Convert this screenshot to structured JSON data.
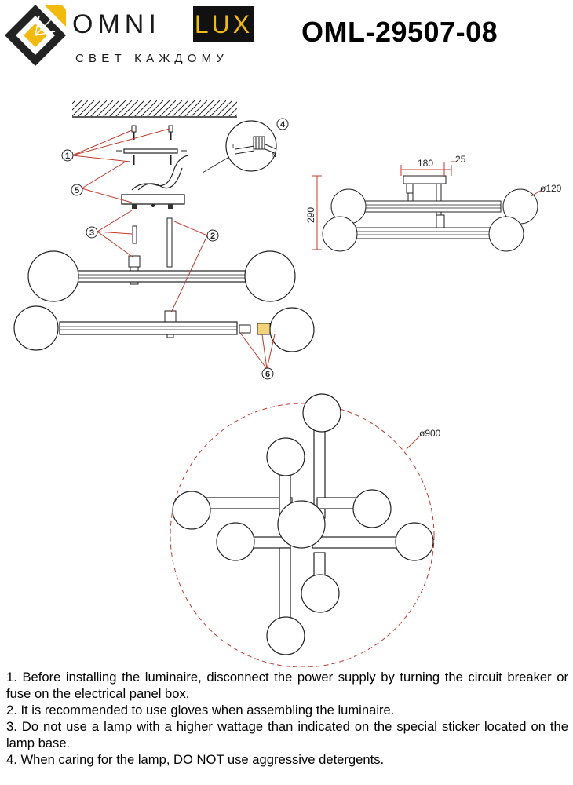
{
  "brand": {
    "name_part1": "OMNI",
    "name_part2": "LUX",
    "tagline": "СВЕТ КАЖДОМУ",
    "colors": {
      "lux_text": "#f2b90f",
      "lux_box": "#111111",
      "logo_gold": "#f2b90f"
    }
  },
  "model_number": "OML-29507-08",
  "exploded_view": {
    "callouts": [
      "1",
      "2",
      "3",
      "4",
      "5",
      "6"
    ],
    "wire_labels": [
      "L",
      "N"
    ]
  },
  "side_view": {
    "dimensions": {
      "width": "180",
      "offset": "25",
      "height": "290",
      "globe_diameter": "ø120"
    }
  },
  "top_view": {
    "dimensions": {
      "diameter": "ø900"
    }
  },
  "instructions": [
    "1. Before installing the luminaire, disconnect the power supply by turning the circuit breaker or fuse on the electrical panel box.",
    "2. It is recommended to use gloves when assembling the luminaire.",
    "3. Do not use a lamp with a higher wattage than indicated on the special sticker located on the lamp base.",
    "4. When caring for the lamp, DO NOT use aggressive detergents."
  ],
  "colors": {
    "dimension_red": "#c0392b",
    "line_dark": "#222222"
  }
}
